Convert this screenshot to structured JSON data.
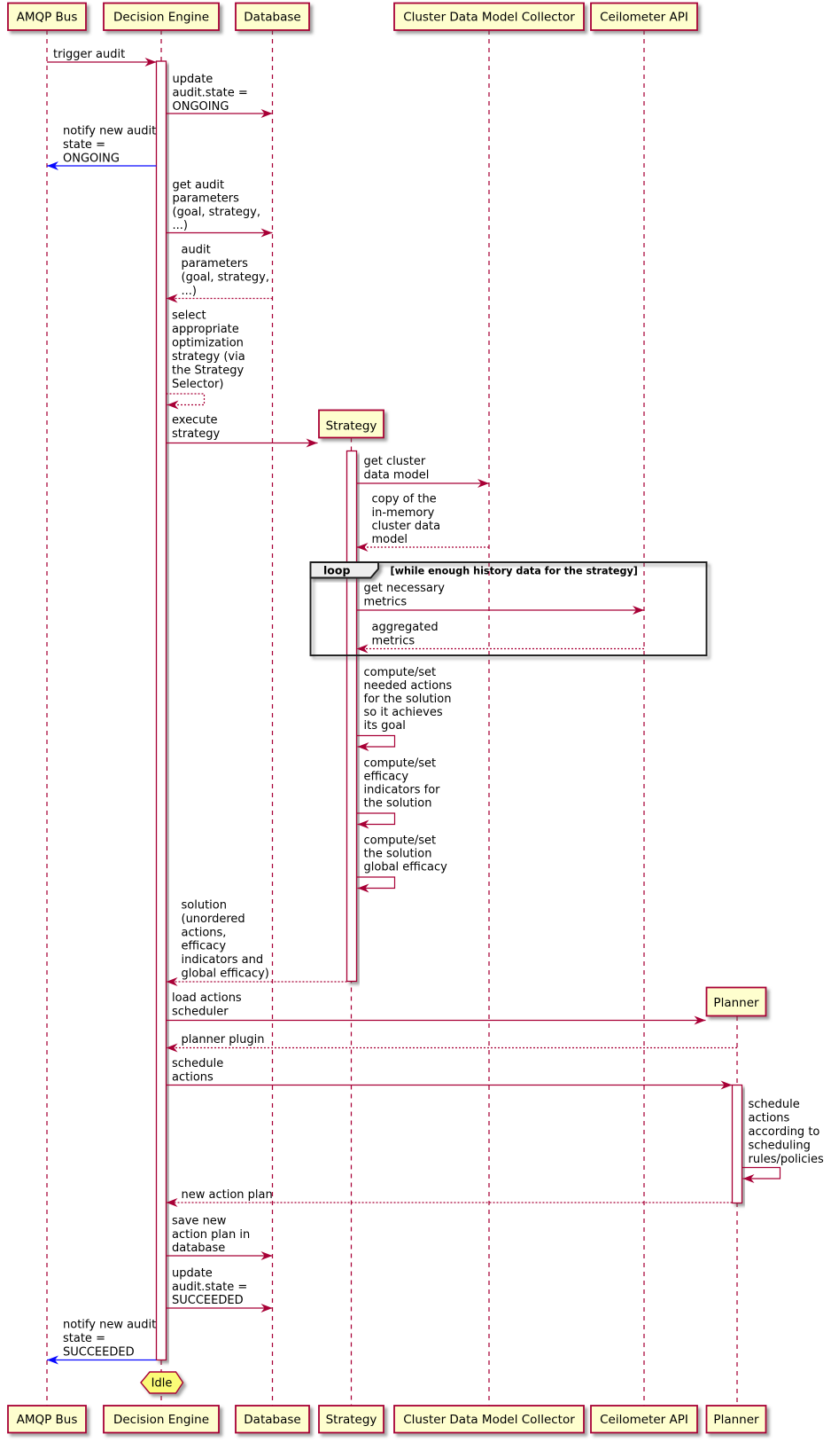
{
  "diagram": {
    "type": "sequence",
    "participants": [
      {
        "label": "AMQP Bus"
      },
      {
        "label": "Decision Engine"
      },
      {
        "label": "Database"
      },
      {
        "label": "Strategy"
      },
      {
        "label": "Cluster Data Model Collector"
      },
      {
        "label": "Ceilometer API"
      },
      {
        "label": "Planner"
      }
    ],
    "messages": {
      "trigger_audit": {
        "lines": [
          "trigger audit"
        ]
      },
      "update_state_ongoing": {
        "lines": [
          "update",
          "audit.state =",
          "ONGOING"
        ]
      },
      "notify_ongoing": {
        "lines": [
          "notify new audit",
          "state =",
          "ONGOING"
        ]
      },
      "get_audit_params": {
        "lines": [
          "get audit",
          "parameters",
          "(goal, strategy,",
          "...)"
        ]
      },
      "audit_params_reply": {
        "lines": [
          "audit",
          "parameters",
          "(goal, strategy,",
          "...)"
        ]
      },
      "select_strategy": {
        "lines": [
          "select",
          "appropriate",
          "optimization",
          "strategy (via",
          "the Strategy",
          "Selector)"
        ]
      },
      "execute_strategy": {
        "lines": [
          "execute",
          "strategy"
        ]
      },
      "get_cluster_model": {
        "lines": [
          "get cluster",
          "data model"
        ]
      },
      "copy_cluster_model": {
        "lines": [
          "copy of the",
          "in-memory",
          "cluster data",
          "model"
        ]
      },
      "get_metrics": {
        "lines": [
          "get necessary",
          "metrics"
        ]
      },
      "aggregated_metrics": {
        "lines": [
          "aggregated",
          "metrics"
        ]
      },
      "compute_actions": {
        "lines": [
          "compute/set",
          "needed actions",
          "for the solution",
          "so it achieves",
          "its goal"
        ]
      },
      "compute_efficacy": {
        "lines": [
          "compute/set",
          "efficacy",
          "indicators for",
          "the solution"
        ]
      },
      "compute_global": {
        "lines": [
          "compute/set",
          "the solution",
          "global efficacy"
        ]
      },
      "solution_reply": {
        "lines": [
          "solution",
          "(unordered",
          "actions,",
          "efficacy",
          "indicators and",
          "global efficacy)"
        ]
      },
      "load_scheduler": {
        "lines": [
          "load actions",
          "scheduler"
        ]
      },
      "planner_plugin": {
        "lines": [
          "planner plugin"
        ]
      },
      "schedule_actions": {
        "lines": [
          "schedule",
          "actions"
        ]
      },
      "schedule_rules": {
        "lines": [
          "schedule",
          "actions",
          "according to",
          "scheduling",
          "rules/policies"
        ]
      },
      "new_action_plan": {
        "lines": [
          "new action plan"
        ]
      },
      "save_action_plan": {
        "lines": [
          "save new",
          "action plan in",
          "database"
        ]
      },
      "update_state_succeeded": {
        "lines": [
          "update",
          "audit.state =",
          "SUCCEEDED"
        ]
      },
      "notify_succeeded": {
        "lines": [
          "notify new audit",
          "state =",
          "SUCCEEDED"
        ]
      }
    },
    "loop_frame": {
      "label": "loop",
      "condition": "[while enough history data for the strategy]"
    },
    "terminal": {
      "label": "Idle"
    },
    "colors": {
      "maroon": "#A80036",
      "box_fill": "#FEFECE",
      "box_border": "#A80036",
      "text": "#000000",
      "blue": "#0909FF",
      "activation_fill": "#FFFFFF",
      "frame_border": "#1B1B1B",
      "frame_header_fill": "#EEEEEE",
      "terminal_fill": "#FBFB77",
      "background": "#FFFFFF"
    }
  }
}
